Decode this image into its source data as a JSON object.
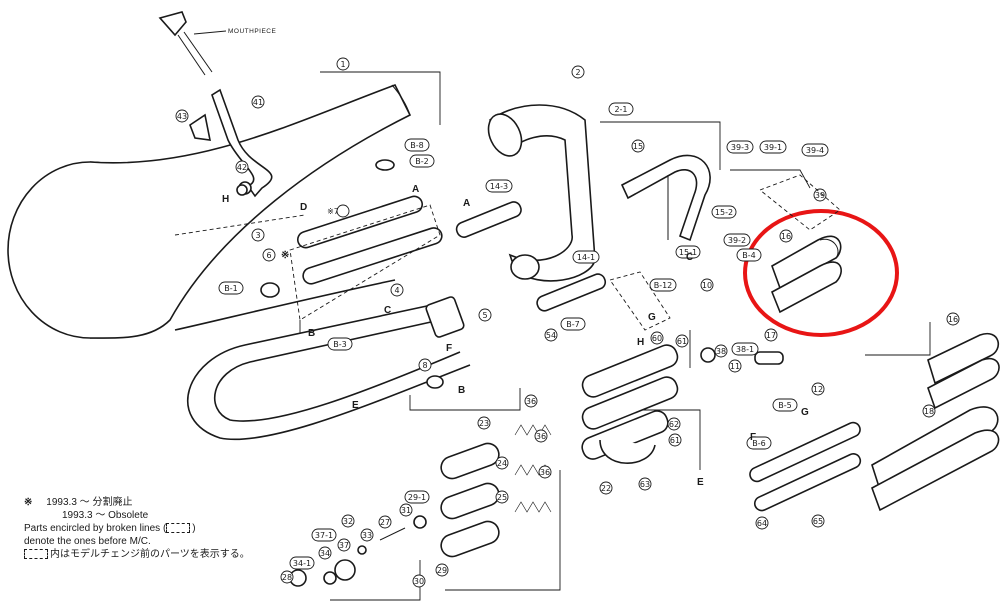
{
  "diagram": {
    "title_label": "MOUTHPIECE",
    "highlight_color": "#e81515",
    "line_color": "#1a1a1a",
    "callouts": {
      "c1": "1",
      "c2": "2",
      "c2_1": "2-1",
      "c3": "3",
      "c4": "4",
      "c5": "5",
      "c6": "6",
      "c7": "※7",
      "c8": "8",
      "c10": "10",
      "c11": "11",
      "c12": "12",
      "c14_1": "14-1",
      "c14_3": "14-3",
      "c15": "15",
      "c15_1": "15-1",
      "c15_2": "15-2",
      "c16a": "16",
      "c16b": "16",
      "c17": "17",
      "c18": "18",
      "c22": "22",
      "c23": "23",
      "c24": "24",
      "c25": "25",
      "c27": "27",
      "c28": "28",
      "c29": "29",
      "c29_1": "29-1",
      "c30": "30",
      "c31": "31",
      "c32": "32",
      "c33": "33",
      "c34": "34",
      "c34_1": "34-1",
      "c36a": "36",
      "c36b": "36",
      "c36c": "36",
      "c37": "37",
      "c37_1": "37-1",
      "c38": "38",
      "c38_1": "38-1",
      "c39": "39",
      "c39_1": "39-1",
      "c39_2": "39-2",
      "c39_3": "39-3",
      "c39_4": "39-4",
      "c41": "41",
      "c42": "42",
      "c43": "43",
      "c54": "54",
      "c60": "60",
      "c61a": "61",
      "c61b": "61",
      "c62": "62",
      "c63": "63",
      "c64": "64",
      "c65": "65",
      "b1": "B-1",
      "b2": "B-2",
      "b3": "B-3",
      "b4": "B-4",
      "b5": "B-5",
      "b6": "B-6",
      "b7": "B-7",
      "b8": "B-8",
      "b12": "B-12"
    },
    "letters": {
      "a1": "A",
      "a2": "A",
      "b1": "B",
      "b2": "B",
      "c1": "C",
      "c2": "C",
      "d": "D",
      "e1": "E",
      "e2": "E",
      "f1": "F",
      "f2": "F",
      "g1": "G",
      "g2": "G",
      "h1": "H",
      "h2": "H",
      "w6": "※"
    }
  },
  "legend": {
    "line1_mark": "※",
    "line1": "1993.3 〜 分割廃止",
    "line2": "1993.3 〜 Obsolete",
    "line3a": "Parts encircled by broken lines (",
    "line3b": ")",
    "line4": "denote the ones before M/C.",
    "line5": "内はモデルチェンジ前のパーツを表示する。"
  }
}
